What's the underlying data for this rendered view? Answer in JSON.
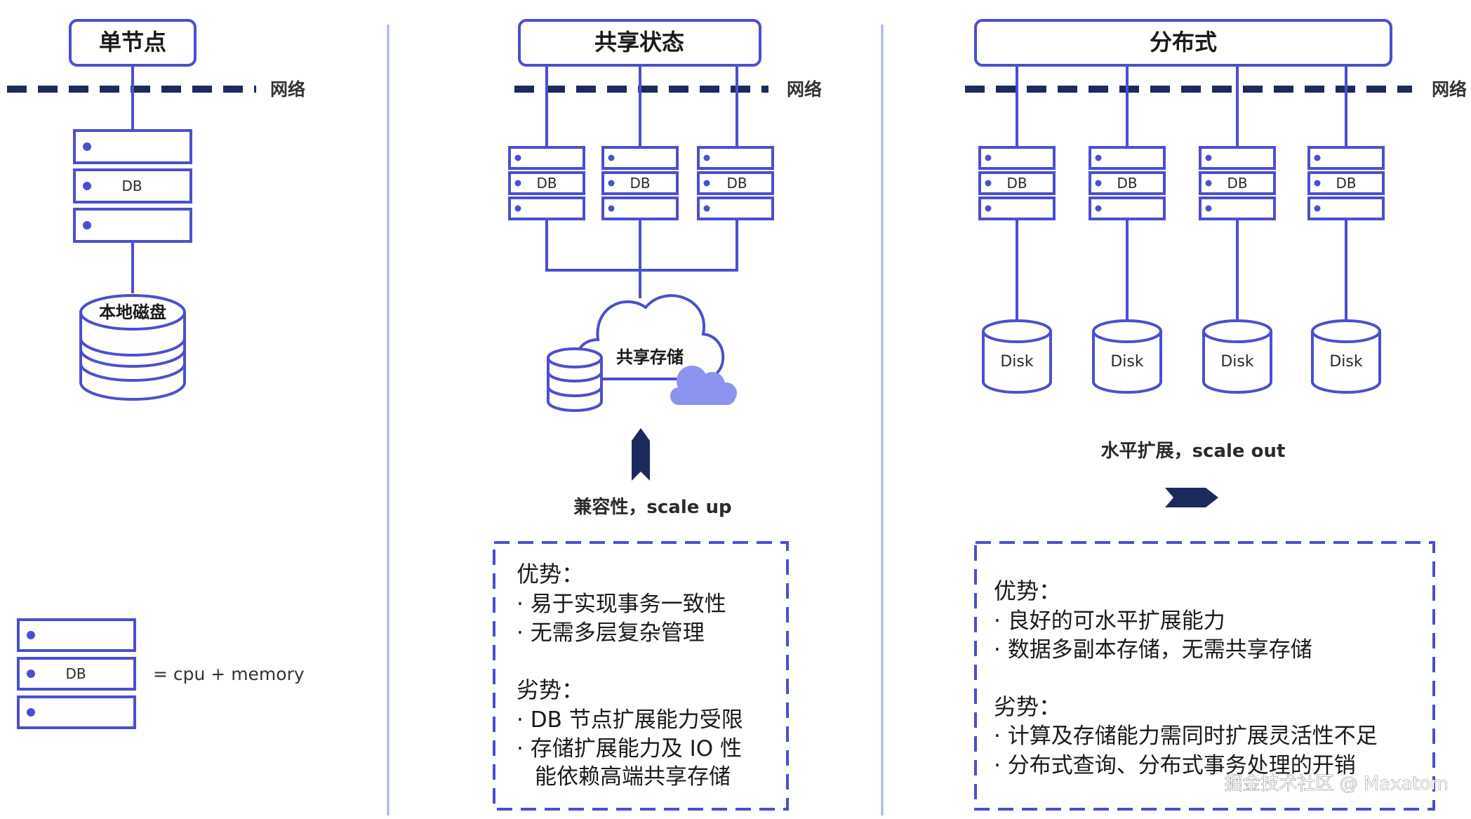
{
  "network_label": "网络",
  "db_label": "DB",
  "panels": {
    "single": {
      "title": "单节点",
      "disk_label": "本地磁盘",
      "legend": {
        "db_label": "DB",
        "equation": "= cpu + memory"
      }
    },
    "shared": {
      "title": "共享状态",
      "storage_label": "共享存储",
      "scale_caption": "兼容性，scale up",
      "pros_heading": "优势：",
      "pros": [
        "易于实现事务一致性",
        "无需多层复杂管理"
      ],
      "cons_heading": "劣势：",
      "cons": [
        "DB 节点扩展能力受限",
        "存储扩展能力及 IO 性",
        "能依赖高端共享存储"
      ]
    },
    "distributed": {
      "title": "分布式",
      "disk_label": "Disk",
      "scale_caption": "水平扩展，scale out",
      "pros_heading": "优势：",
      "pros": [
        "良好的可水平扩展能力",
        "数据多副本存储，无需共享存储"
      ],
      "cons_heading": "劣势：",
      "cons": [
        "计算及存储能力需同时扩展灵活性不足",
        "分布式查询、分布式事务处理的开销"
      ]
    }
  },
  "watermark": "掘金技术社区 @ Maxatom",
  "colors": {
    "outline": "#4a4fd0",
    "network": "#1c2a5e",
    "arrow": "#1c2a5e",
    "cloud_accent": "#8c93ee",
    "divider": "#aab0ee"
  }
}
